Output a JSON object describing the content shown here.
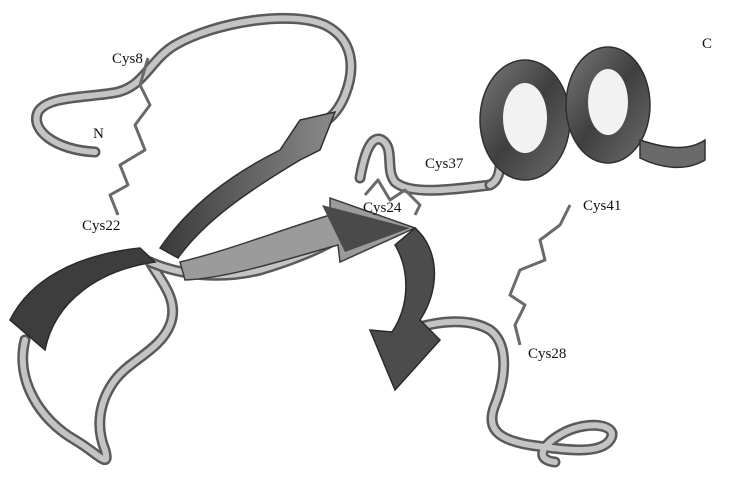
{
  "labels": {
    "n_terminus": "N",
    "c_terminus": "C",
    "cys8": "Cys8",
    "cys22": "Cys22",
    "cys24": "Cys24",
    "cys37": "Cys37",
    "cys41": "Cys41",
    "cys28": "Cys28"
  },
  "colors": {
    "coil": "#b9b9b9",
    "coil_edge": "#5a5a5a",
    "strand_dark": "#4b4b4b",
    "strand_light": "#a8a8a8",
    "helix": "#5f5f5f",
    "disulfide": "#6a6a6a"
  }
}
